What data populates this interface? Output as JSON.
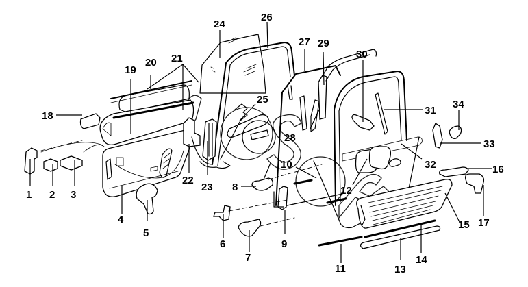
{
  "diagram": {
    "type": "exploded-parts-view",
    "subject": "Vehicle door assembly components (front and rear doors)",
    "line_color": "#000000",
    "background": "#ffffff",
    "callouts": [
      {
        "id": "1",
        "label": "1"
      },
      {
        "id": "2",
        "label": "2"
      },
      {
        "id": "3",
        "label": "3"
      },
      {
        "id": "4",
        "label": "4"
      },
      {
        "id": "5",
        "label": "5"
      },
      {
        "id": "6",
        "label": "6"
      },
      {
        "id": "7",
        "label": "7"
      },
      {
        "id": "8",
        "label": "8"
      },
      {
        "id": "9",
        "label": "9"
      },
      {
        "id": "10",
        "label": "10"
      },
      {
        "id": "11",
        "label": "11"
      },
      {
        "id": "12",
        "label": "12"
      },
      {
        "id": "13",
        "label": "13"
      },
      {
        "id": "14",
        "label": "14"
      },
      {
        "id": "15",
        "label": "15"
      },
      {
        "id": "16",
        "label": "16"
      },
      {
        "id": "17",
        "label": "17"
      },
      {
        "id": "18",
        "label": "18"
      },
      {
        "id": "19",
        "label": "19"
      },
      {
        "id": "20",
        "label": "20"
      },
      {
        "id": "21",
        "label": "21"
      },
      {
        "id": "22",
        "label": "22"
      },
      {
        "id": "23",
        "label": "23"
      },
      {
        "id": "24",
        "label": "24"
      },
      {
        "id": "25",
        "label": "25"
      },
      {
        "id": "26",
        "label": "26"
      },
      {
        "id": "27",
        "label": "27"
      },
      {
        "id": "28",
        "label": "28"
      },
      {
        "id": "29",
        "label": "29"
      },
      {
        "id": "30",
        "label": "30"
      },
      {
        "id": "31",
        "label": "31"
      },
      {
        "id": "32",
        "label": "32"
      },
      {
        "id": "33",
        "label": "33"
      },
      {
        "id": "34",
        "label": "34"
      }
    ]
  }
}
